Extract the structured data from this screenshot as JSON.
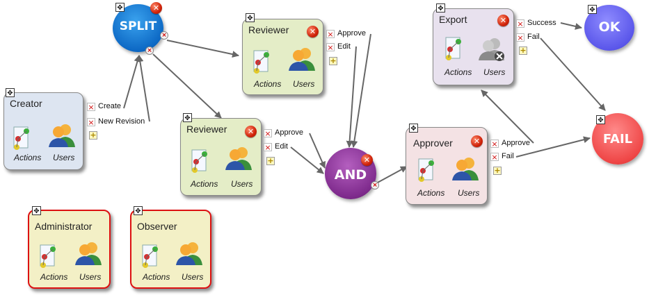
{
  "nodes": {
    "split": {
      "label": "SPLIT"
    },
    "and": {
      "label": "AND"
    },
    "ok": {
      "label": "OK"
    },
    "fail": {
      "label": "FAIL"
    },
    "creator": {
      "title": "Creator",
      "actions_label": "Actions",
      "users_label": "Users",
      "outputs": [
        "Create",
        "New Revision"
      ]
    },
    "reviewer_top": {
      "title": "Reviewer",
      "actions_label": "Actions",
      "users_label": "Users",
      "outputs": [
        "Approve",
        "Edit"
      ]
    },
    "reviewer_mid": {
      "title": "Reviewer",
      "actions_label": "Actions",
      "users_label": "Users",
      "outputs": [
        "Approve",
        "Edit"
      ]
    },
    "approver": {
      "title": "Approver",
      "actions_label": "Actions",
      "users_label": "Users",
      "outputs": [
        "Approve",
        "Fail"
      ]
    },
    "export": {
      "title": "Export",
      "actions_label": "Actions",
      "users_label": "Users",
      "outputs": [
        "Success",
        "Fail"
      ]
    },
    "administrator": {
      "title": "Administrator",
      "actions_label": "Actions",
      "users_label": "Users"
    },
    "observer": {
      "title": "Observer",
      "actions_label": "Actions",
      "users_label": "Users"
    }
  },
  "icons": {
    "move": "move-icon",
    "delete": "delete-icon",
    "add": "add-icon",
    "actions": "actions-icon",
    "users": "users-icon"
  },
  "colors": {
    "split": "#1a7fd8",
    "and": "#8e3a9c",
    "ok": "#6663f1",
    "fail": "#f04d4d",
    "admin_border": "#dd1111",
    "arrow": "#666666"
  }
}
